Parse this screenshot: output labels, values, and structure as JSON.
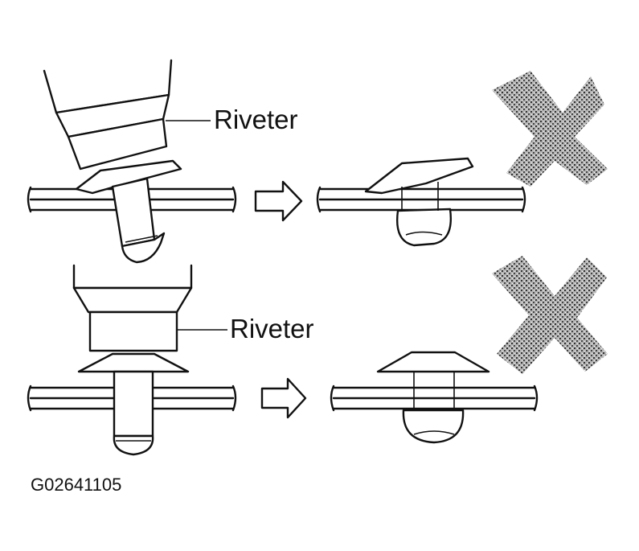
{
  "labels": {
    "top_riveter": "Riveter",
    "bottom_riveter": "Riveter",
    "figure_code": "G02641105"
  },
  "icons": {
    "top_mark": "cross-mark-icon",
    "bottom_mark": "cross-mark-icon",
    "top_arrow": "arrow-right-icon",
    "bottom_arrow": "arrow-right-icon"
  },
  "colors": {
    "ink": "#111111",
    "cross_fill": "#8a8a8a"
  }
}
